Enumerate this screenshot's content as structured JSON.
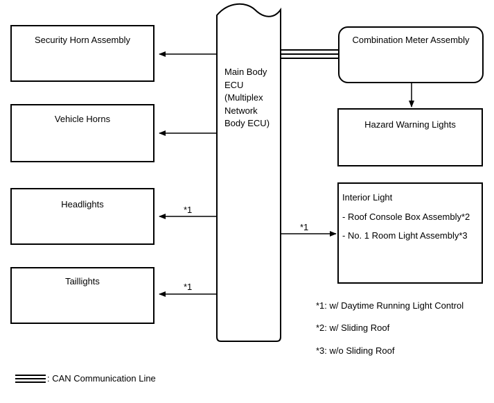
{
  "ecu": {
    "lines": [
      "Main Body",
      "ECU",
      "(Multiplex",
      "Network",
      "Body ECU)"
    ]
  },
  "left_boxes": {
    "security_horn": "Security Horn Assembly",
    "vehicle_horns": "Vehicle Horns",
    "headlights": "Headlights",
    "taillights": "Taillights"
  },
  "right_boxes": {
    "combination_meter": "Combination Meter Assembly",
    "hazard": "Hazard Warning Lights",
    "interior_light": {
      "title": "Interior Light",
      "items": [
        "- Roof Console Box Assembly*2",
        "- No. 1 Room Light Assembly*3"
      ]
    }
  },
  "arrow_labels": {
    "headlights": "*1",
    "taillights": "*1",
    "interior": "*1"
  },
  "notes": [
    "*1: w/ Daytime Running Light Control",
    "*2: w/ Sliding Roof",
    "*3: w/o Sliding Roof"
  ],
  "legend": {
    "can_line": ": CAN Communication Line"
  }
}
